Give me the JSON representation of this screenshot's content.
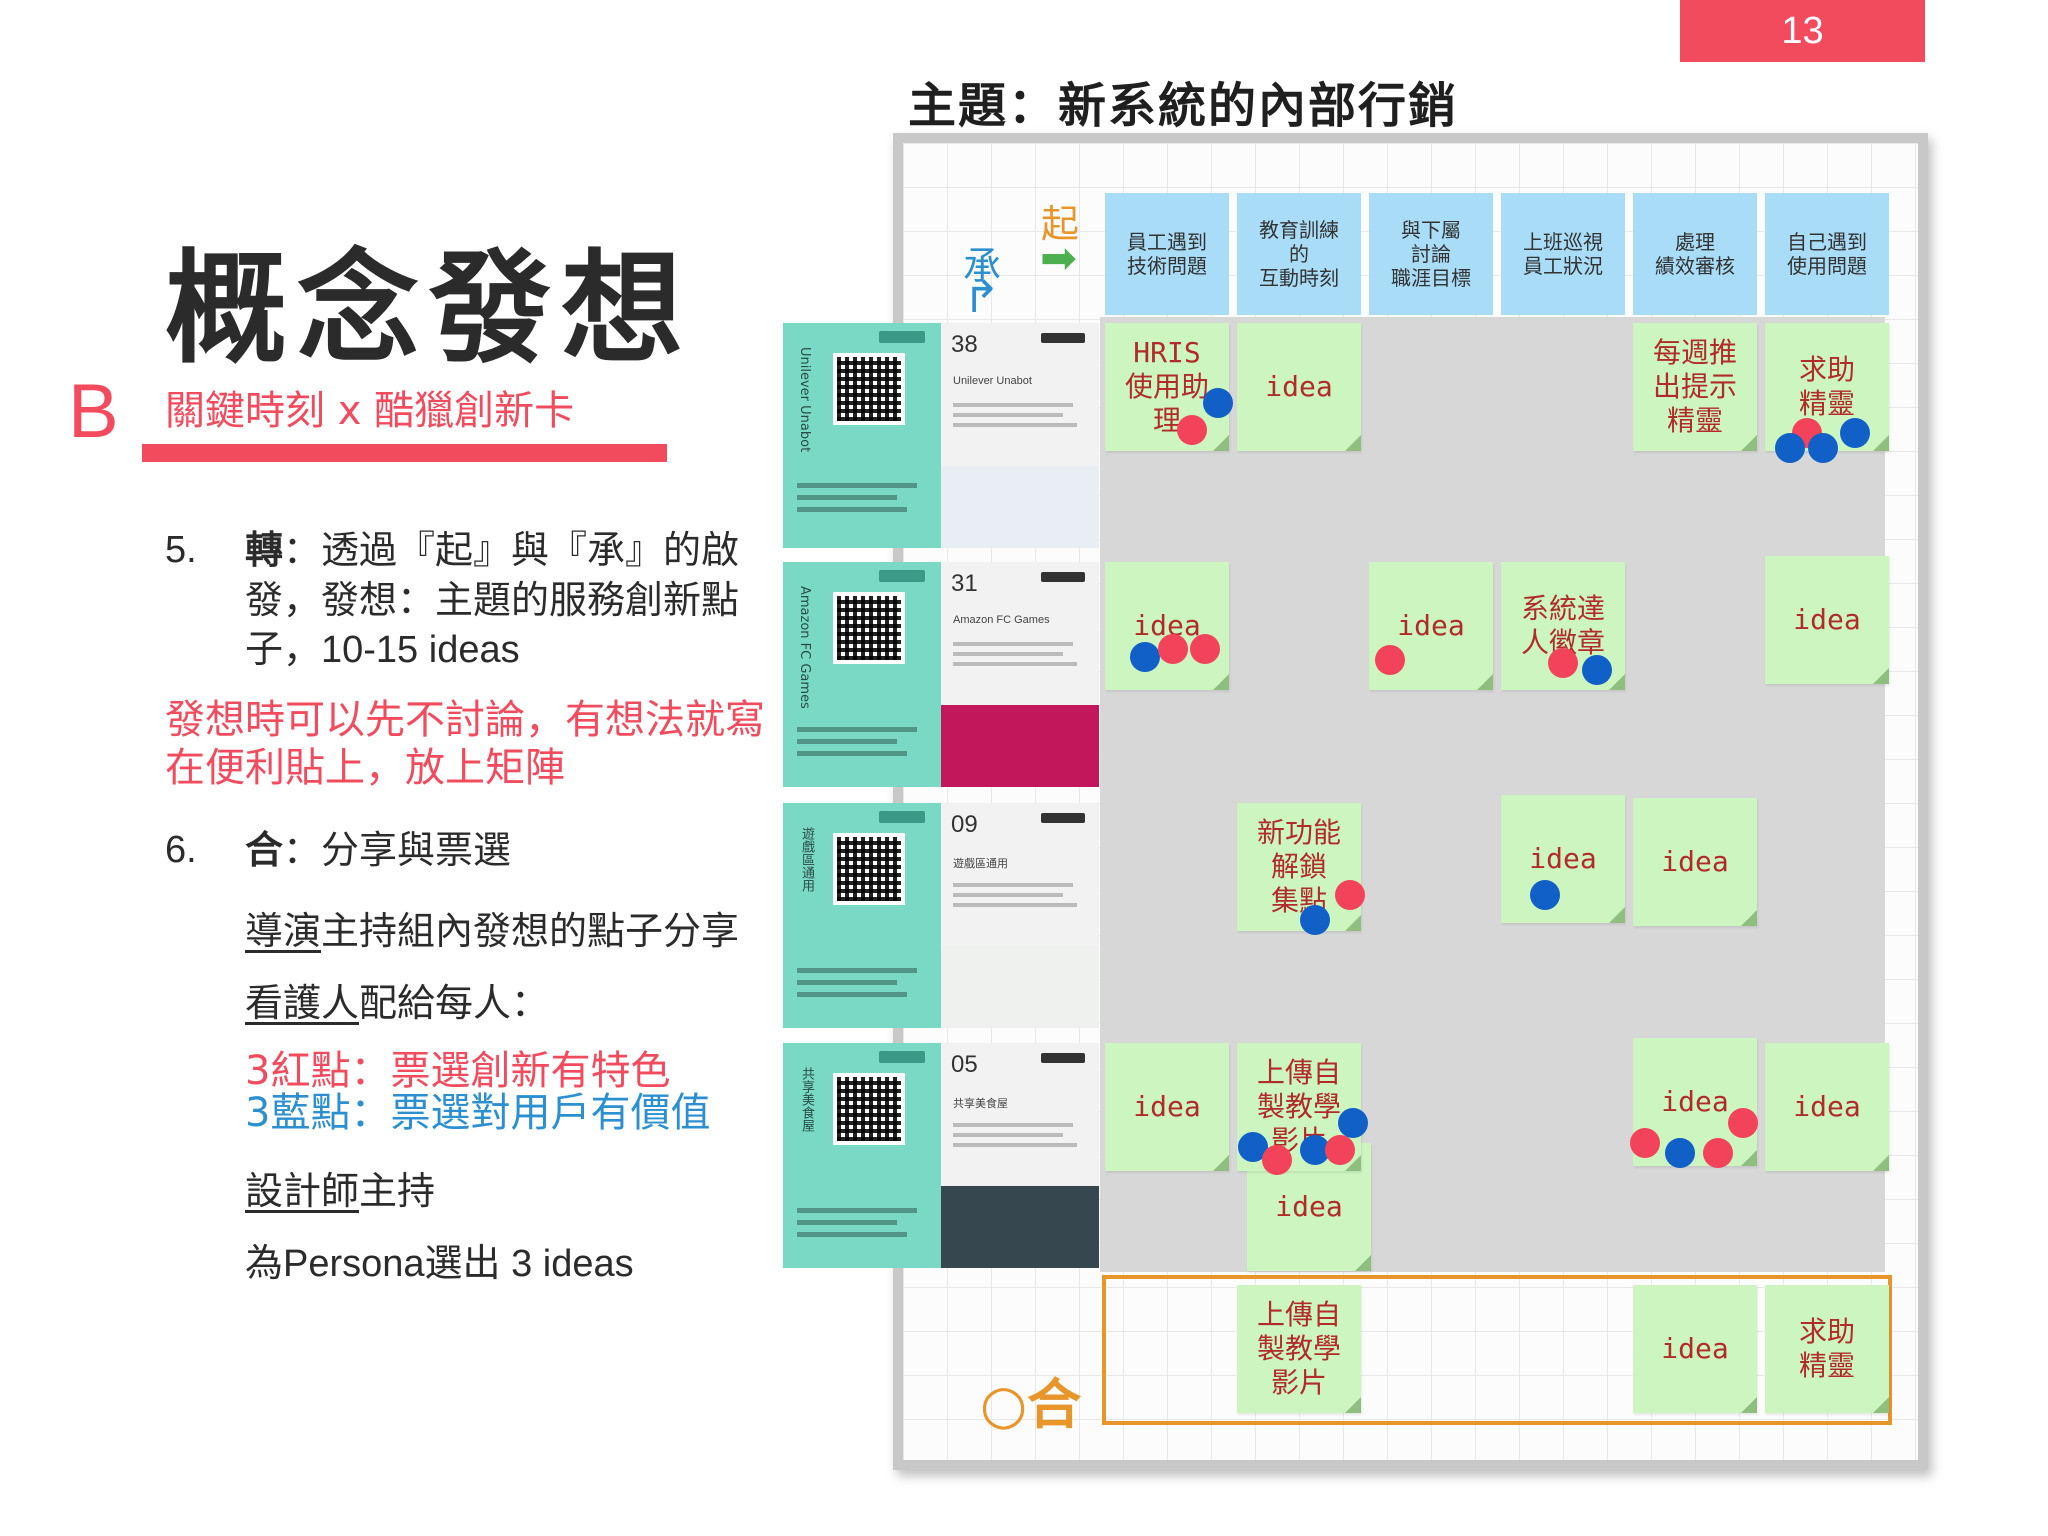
{
  "page_number": "13",
  "board_title": "主題：新系統的內部行銷",
  "main_title": "概念發想",
  "section": {
    "letter": "B",
    "subtitle": "關鍵時刻 x 酷獵創新卡"
  },
  "steps": {
    "s5": {
      "num": "5.",
      "head": "轉",
      "line1": "：透過『起』與『承』的啟",
      "line2": "發，發想：主題的服務創新點",
      "line3": "子，10-15 ideas"
    },
    "note_red_l1": "發想時可以先不討論，有想法就寫",
    "note_red_l2": "在便利貼上，放上矩陣",
    "s6": {
      "num": "6.",
      "head": "合",
      "tail": "：分享與票選"
    },
    "director_u": "導演",
    "director_rest": "主持組內發想的點子分享",
    "carer_u": "看護人",
    "carer_rest": "配給每人：",
    "red_dots": "3紅點：票選創新有特色",
    "blue_dots": "3藍點：票選對用戶有價值",
    "designer_u": "設計師",
    "designer_rest": "主持",
    "persona_line": "為Persona選出 3 ideas"
  },
  "board": {
    "qi": "起",
    "cheng": "承",
    "he": "合",
    "qi_arrow": "➡",
    "cheng_arrow": "↱",
    "headers": [
      "員工遇到\n技術問題",
      "教育訓練\n的\n互動時刻",
      "與下屬\n討論\n職涯目標",
      "上班巡視\n員工狀況",
      "處理\n績效審核",
      "自己遇到\n使用問題"
    ],
    "cards": [
      {
        "num": "38",
        "name": "Unilever Unabot",
        "side": "Unilever Unabot"
      },
      {
        "num": "31",
        "name": "Amazon FC Games",
        "side": "Amazon FC Games"
      },
      {
        "num": "09",
        "name": "遊戲區通用",
        "side": "遊戲區通用"
      },
      {
        "num": "05",
        "name": "共享美食屋",
        "side": "共享美食屋"
      }
    ],
    "stickies": {
      "r1c1": "HRIS\n使用助\n理",
      "r1c2": "idea",
      "r1c5": "每週推\n出提示\n精靈",
      "r1c6": "求助\n精靈",
      "r2c1": "idea",
      "r2c3": "idea",
      "r2c4": "系統達\n人徽章",
      "r2c6": "idea",
      "r3c2": "新功能\n解鎖\n集點",
      "r3c4": "idea",
      "r3c5": "idea",
      "r4c1": "idea",
      "r4c2a": "上傳自\n製教學\n影片",
      "r4c2b": "idea",
      "r4c5": "idea",
      "r4c6": "idea",
      "r5c2": "上傳自\n製教學\n影片",
      "r5c5": "idea",
      "r5c6": "求助\n精靈"
    }
  }
}
